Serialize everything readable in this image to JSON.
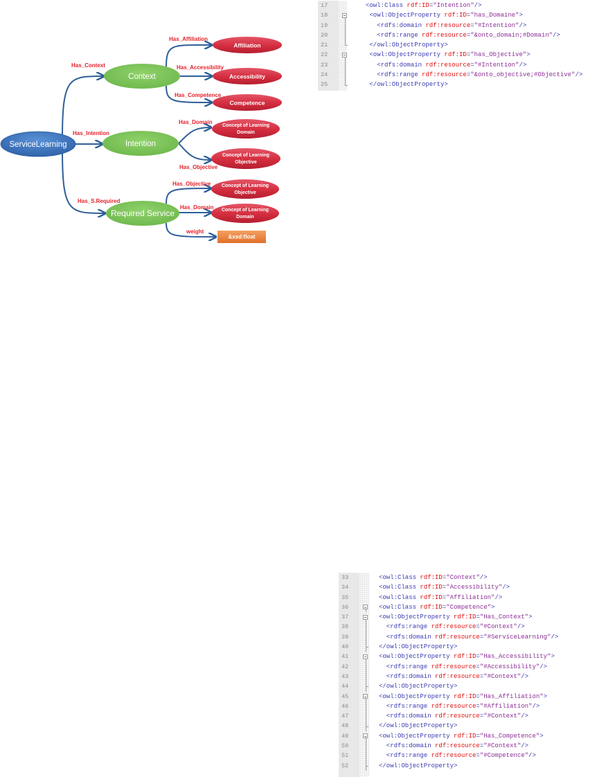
{
  "diagram": {
    "nodes": {
      "root": {
        "label": "ServiceLearning",
        "color": "#3a72bd"
      },
      "context": {
        "label": "Context",
        "color": "#7cc35a"
      },
      "intention": {
        "label": "Intention",
        "color": "#7cc35a"
      },
      "required": {
        "label": "Required Service",
        "color": "#7cc35a"
      },
      "affiliation": {
        "label": "Affiliation",
        "color": "#d42d3f"
      },
      "accessibility": {
        "label": "Accessibility",
        "color": "#d42d3f"
      },
      "competence": {
        "label": "Competence",
        "color": "#d42d3f"
      },
      "int_domain": {
        "line1": "Concept of Learning",
        "line2": "Domain",
        "color": "#d42d3f"
      },
      "int_objective": {
        "line1": "Concept of Learning",
        "line2": "Objective",
        "color": "#d42d3f"
      },
      "req_objective": {
        "line1": "Concept of Learning",
        "line2": "Objective",
        "color": "#d42d3f"
      },
      "req_domain": {
        "line1": "Concept of Learning",
        "line2": "Domain",
        "color": "#d42d3f"
      },
      "float": {
        "label": "&xsd:float",
        "color": "#e8833a"
      }
    },
    "edges": {
      "has_context": "Has_Context",
      "has_intention": "Has_Intention",
      "has_s_required": "Has_S.Required",
      "has_affiliation": "Has_Affiliation",
      "has_accessibility": "Has_Accessibility",
      "has_competence": "Has_Competence",
      "int_has_domain": "Has_Domain",
      "int_has_objective": "Has_Objective",
      "req_has_objective": "Has_Objective",
      "req_has_domain": "Has_Domain",
      "weight": "weight"
    },
    "colors": {
      "edge": "#2e5f99",
      "edge_label": "#e5222a"
    }
  },
  "code_top": {
    "lines": [
      {
        "n": "17",
        "fold": "",
        "indent": 0,
        "parts": [
          [
            "tag",
            "<owl:Class "
          ],
          [
            "attr",
            "rdf:ID"
          ],
          [
            "tag",
            "="
          ],
          [
            "val",
            "\"Intention\""
          ],
          [
            "tag",
            "/>"
          ]
        ]
      },
      {
        "n": "18",
        "fold": "open",
        "indent": 1,
        "parts": [
          [
            "tag",
            "<owl:ObjectProperty "
          ],
          [
            "attr",
            "rdf:ID"
          ],
          [
            "tag",
            "="
          ],
          [
            "val",
            "\"has_Domaine\""
          ],
          [
            "tag",
            ">"
          ]
        ]
      },
      {
        "n": "19",
        "fold": "line",
        "indent": 3,
        "parts": [
          [
            "tag",
            "<rdfs:domain "
          ],
          [
            "attr",
            "rdf:resource"
          ],
          [
            "tag",
            "="
          ],
          [
            "val",
            "\"#Intention\""
          ],
          [
            "tag",
            "/>"
          ]
        ]
      },
      {
        "n": "20",
        "fold": "line",
        "indent": 3,
        "parts": [
          [
            "tag",
            "<rdfs:range "
          ],
          [
            "attr",
            "rdf:resource"
          ],
          [
            "tag",
            "="
          ],
          [
            "val",
            "\"&onto_domain;#Domain\""
          ],
          [
            "tag",
            "/>"
          ]
        ]
      },
      {
        "n": "21",
        "fold": "end",
        "indent": 1,
        "parts": [
          [
            "tag",
            "</owl:ObjectProperty>"
          ]
        ]
      },
      {
        "n": "22",
        "fold": "open",
        "indent": 1,
        "parts": [
          [
            "tag",
            "<owl:ObjectProperty "
          ],
          [
            "attr",
            "rdf:ID"
          ],
          [
            "tag",
            "="
          ],
          [
            "val",
            "\"has_Objective\""
          ],
          [
            "tag",
            ">"
          ]
        ]
      },
      {
        "n": "23",
        "fold": "line",
        "indent": 3,
        "parts": [
          [
            "tag",
            "<rdfs:domain "
          ],
          [
            "attr",
            "rdf:resource"
          ],
          [
            "tag",
            "="
          ],
          [
            "val",
            "\"#Intention\""
          ],
          [
            "tag",
            "/>"
          ]
        ]
      },
      {
        "n": "24",
        "fold": "line",
        "indent": 3,
        "parts": [
          [
            "tag",
            "<rdfs:range "
          ],
          [
            "attr",
            "rdf:resource"
          ],
          [
            "tag",
            "="
          ],
          [
            "val",
            "\"&onto_objective;#Objective\""
          ],
          [
            "tag",
            "/>"
          ]
        ]
      },
      {
        "n": "25",
        "fold": "end",
        "indent": 1,
        "parts": [
          [
            "tag",
            "</owl:ObjectProperty>"
          ]
        ]
      }
    ]
  },
  "code_bottom": {
    "lines": [
      {
        "n": "33",
        "fold": "",
        "indent": 0,
        "parts": [
          [
            "tag",
            "<owl:Class "
          ],
          [
            "attr",
            "rdf:ID"
          ],
          [
            "tag",
            "="
          ],
          [
            "val",
            "\"Context\""
          ],
          [
            "tag",
            "/>"
          ]
        ]
      },
      {
        "n": "34",
        "fold": "",
        "indent": 0,
        "parts": [
          [
            "tag",
            "<owl:Class "
          ],
          [
            "attr",
            "rdf:ID"
          ],
          [
            "tag",
            "="
          ],
          [
            "val",
            "\"Accessibility\""
          ],
          [
            "tag",
            "/>"
          ]
        ]
      },
      {
        "n": "35",
        "fold": "",
        "indent": 0,
        "parts": [
          [
            "tag",
            "<owl:Class "
          ],
          [
            "attr",
            "rdf:ID"
          ],
          [
            "tag",
            "="
          ],
          [
            "val",
            "\"Affiliation\""
          ],
          [
            "tag",
            "/>"
          ]
        ]
      },
      {
        "n": "36",
        "fold": "open",
        "indent": 0,
        "parts": [
          [
            "tag",
            "<owl:Class "
          ],
          [
            "attr",
            "rdf:ID"
          ],
          [
            "tag",
            "="
          ],
          [
            "val",
            "\"Competence\""
          ],
          [
            "tag",
            ">"
          ]
        ]
      },
      {
        "n": "37",
        "fold": "open",
        "indent": 0,
        "parts": [
          [
            "tag",
            "<owl:ObjectProperty "
          ],
          [
            "attr",
            "rdf:ID"
          ],
          [
            "tag",
            "="
          ],
          [
            "val",
            "\"Has_Context\""
          ],
          [
            "tag",
            ">"
          ]
        ]
      },
      {
        "n": "38",
        "fold": "line",
        "indent": 2,
        "parts": [
          [
            "tag",
            "<rdfs:range "
          ],
          [
            "attr",
            "rdf:resource"
          ],
          [
            "tag",
            "="
          ],
          [
            "val",
            "\"#Context\""
          ],
          [
            "tag",
            "/>"
          ]
        ]
      },
      {
        "n": "39",
        "fold": "line",
        "indent": 2,
        "parts": [
          [
            "tag",
            "<rdfs:domain "
          ],
          [
            "attr",
            "rdf:resource"
          ],
          [
            "tag",
            "="
          ],
          [
            "val",
            "\"#ServiceLearning\""
          ],
          [
            "tag",
            "/>"
          ]
        ]
      },
      {
        "n": "40",
        "fold": "tee",
        "indent": 0,
        "parts": [
          [
            "tag",
            "</owl:ObjectProperty>"
          ]
        ]
      },
      {
        "n": "41",
        "fold": "open",
        "indent": 0,
        "parts": [
          [
            "tag",
            "<owl:ObjectProperty "
          ],
          [
            "attr",
            "rdf:ID"
          ],
          [
            "tag",
            "="
          ],
          [
            "val",
            "\"Has_Accessibility\""
          ],
          [
            "tag",
            ">"
          ]
        ]
      },
      {
        "n": "42",
        "fold": "line",
        "indent": 2,
        "parts": [
          [
            "tag",
            "<rdfs:range "
          ],
          [
            "attr",
            "rdf:resource"
          ],
          [
            "tag",
            "="
          ],
          [
            "val",
            "\"#Accessibility\""
          ],
          [
            "tag",
            "/>"
          ]
        ]
      },
      {
        "n": "43",
        "fold": "line",
        "indent": 2,
        "parts": [
          [
            "tag",
            "<rdfs:domain "
          ],
          [
            "attr",
            "rdf:resource"
          ],
          [
            "tag",
            "="
          ],
          [
            "val",
            "\"#Context\""
          ],
          [
            "tag",
            "/>"
          ]
        ]
      },
      {
        "n": "44",
        "fold": "tee",
        "indent": 0,
        "parts": [
          [
            "tag",
            "</owl:ObjectProperty>"
          ]
        ]
      },
      {
        "n": "45",
        "fold": "open",
        "indent": 0,
        "parts": [
          [
            "tag",
            "<owl:ObjectProperty "
          ],
          [
            "attr",
            "rdf:ID"
          ],
          [
            "tag",
            "="
          ],
          [
            "val",
            "\"Has_Affiliation\""
          ],
          [
            "tag",
            ">"
          ]
        ]
      },
      {
        "n": "46",
        "fold": "line",
        "indent": 2,
        "parts": [
          [
            "tag",
            "<rdfs:range "
          ],
          [
            "attr",
            "rdf:resource"
          ],
          [
            "tag",
            "="
          ],
          [
            "val",
            "\"#Affiliation\""
          ],
          [
            "tag",
            "/>"
          ]
        ]
      },
      {
        "n": "47",
        "fold": "line",
        "indent": 2,
        "parts": [
          [
            "tag",
            "<rdfs:domain "
          ],
          [
            "attr",
            "rdf:resource"
          ],
          [
            "tag",
            "="
          ],
          [
            "val",
            "\"#Context\""
          ],
          [
            "tag",
            "/>"
          ]
        ]
      },
      {
        "n": "48",
        "fold": "tee",
        "indent": 0,
        "parts": [
          [
            "tag",
            "</owl:ObjectProperty>"
          ]
        ]
      },
      {
        "n": "49",
        "fold": "open",
        "indent": 0,
        "parts": [
          [
            "tag",
            "<owl:ObjectProperty "
          ],
          [
            "attr",
            "rdf:ID"
          ],
          [
            "tag",
            "="
          ],
          [
            "val",
            "\"Has_Competence\""
          ],
          [
            "tag",
            ">"
          ]
        ]
      },
      {
        "n": "50",
        "fold": "line",
        "indent": 2,
        "parts": [
          [
            "tag",
            "<rdfs:domain "
          ],
          [
            "attr",
            "rdf:resource"
          ],
          [
            "tag",
            "="
          ],
          [
            "val",
            "\"#Context\""
          ],
          [
            "tag",
            "/>"
          ]
        ]
      },
      {
        "n": "51",
        "fold": "line",
        "indent": 2,
        "parts": [
          [
            "tag",
            "<rdfs:range "
          ],
          [
            "attr",
            "rdf:resource"
          ],
          [
            "tag",
            "="
          ],
          [
            "val",
            "\"#Competence\""
          ],
          [
            "tag",
            "/>"
          ]
        ]
      },
      {
        "n": "52",
        "fold": "tee",
        "indent": 0,
        "parts": [
          [
            "tag",
            "</owl:ObjectProperty>"
          ]
        ]
      }
    ]
  }
}
